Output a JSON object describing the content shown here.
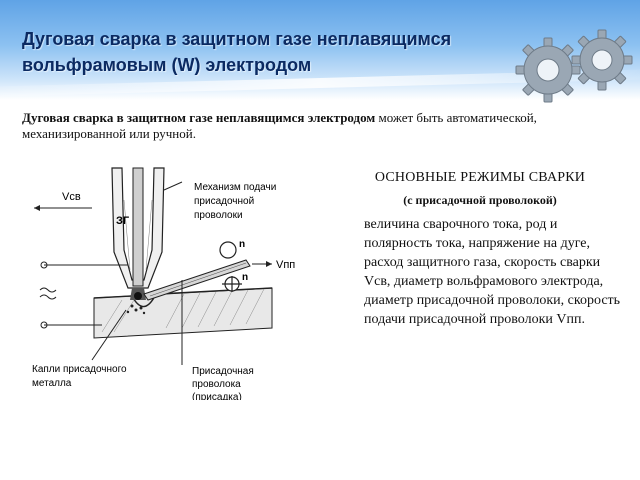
{
  "header": {
    "title": "Дуговая сварка в защитном газе неплавящимся вольфрамовым (W) электродом"
  },
  "intro": {
    "bold_text": "Дуговая сварка в защитном газе неплавящимся электродом",
    "rest_text": " может быть автоматической, механизированной или ручной."
  },
  "diagram": {
    "labels": {
      "vsv": "Vсв",
      "zg": "ЗГ",
      "mechanism": [
        "Механизм подачи",
        "присадочной",
        "проволоки"
      ],
      "n_top": "n",
      "n_bottom": "n",
      "vpp": "Vпп",
      "droplets": [
        "Капли присадочного",
        "металла"
      ],
      "wire": [
        "Присадочная",
        "проволока",
        "(присадка)"
      ]
    }
  },
  "modes": {
    "title": "ОСНОВНЫЕ РЕЖИМЫ СВАРКИ",
    "subtitle": "(с присадочной проволокой)",
    "body": "величина сварочного тока, род и полярность тока, напряжение на дуге, расход защитного газа, скорость сварки Vсв, диаметр вольфрамового электрода, диаметр присадочной проволоки, скорость подачи присадочной проволоки Vпп."
  },
  "colors": {
    "header_dark": "#0b2a62",
    "header_light": "#8cc1f1"
  }
}
